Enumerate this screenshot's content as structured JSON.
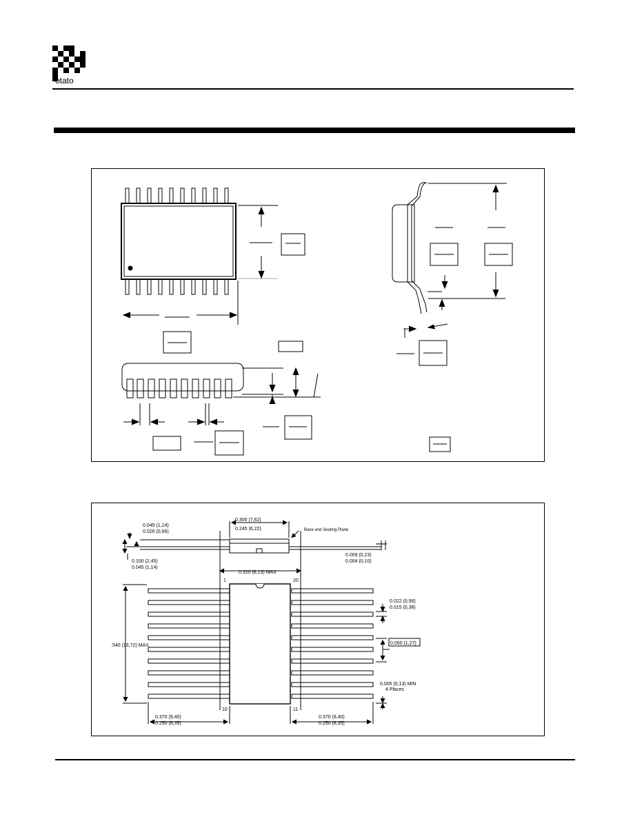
{
  "header": {
    "logo_text": "otato",
    "logo_icon": "checkered-p-logo"
  },
  "top_drawing": {
    "description_labels": []
  },
  "bottom_drawing": {
    "lead_thickness": {
      "max": "0.045 (1,14)",
      "min": "0.026 (0,66)"
    },
    "standoff": {
      "max": "0.100 (2,45)",
      "min": "0.045 (1,14)"
    },
    "body_width": {
      "max": "0.300 (7,62)",
      "min": "0.245 (6,22)"
    },
    "seating_label": "Base and Seating Plane",
    "seating_gap": {
      "max": "0.009 (0,23)",
      "min": "0.004 (0,10)"
    },
    "row_spacing": "0.320 (8,13) MAX",
    "pin_first": "1",
    "pin_last_top": "20",
    "pin_bottom_left": "10",
    "pin_bottom_right": "11",
    "lead_width": {
      "max": "0.022 (0,56)",
      "min": "0.015 (0,38)"
    },
    "length": ".540 (13,72) MAX",
    "pitch": "0.050 (1,27)",
    "tip_gap": "0.005 (0,13) MIN",
    "tip_gap_note": "4 Places",
    "lead_span_left": {
      "max": "0.370 (9,40)",
      "min": "0.250 (6,35)"
    },
    "lead_span_right": {
      "max": "0.370 (9,40)",
      "min": "0.250 (6,35)"
    }
  }
}
